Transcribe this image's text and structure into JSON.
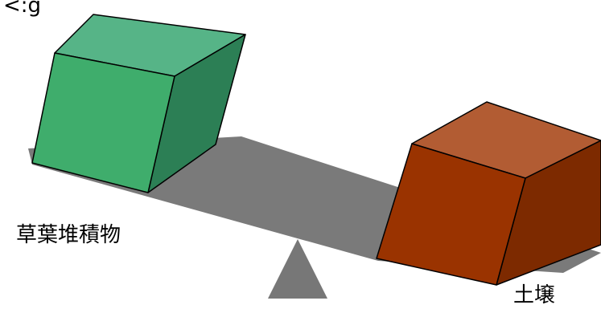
{
  "labels": {
    "top_partial": "<:g",
    "left_block": "草葉堆積物",
    "right_block": "土壌"
  },
  "colors": {
    "plank": "#7a7a7a",
    "fulcrum": "#777777",
    "left_block_front": "#3fad6c",
    "left_block_top": "#56b487",
    "left_block_side": "#2c7f55",
    "right_block_front": "#9a3300",
    "right_block_top": "#b25c33",
    "right_block_side": "#7d2a00"
  }
}
